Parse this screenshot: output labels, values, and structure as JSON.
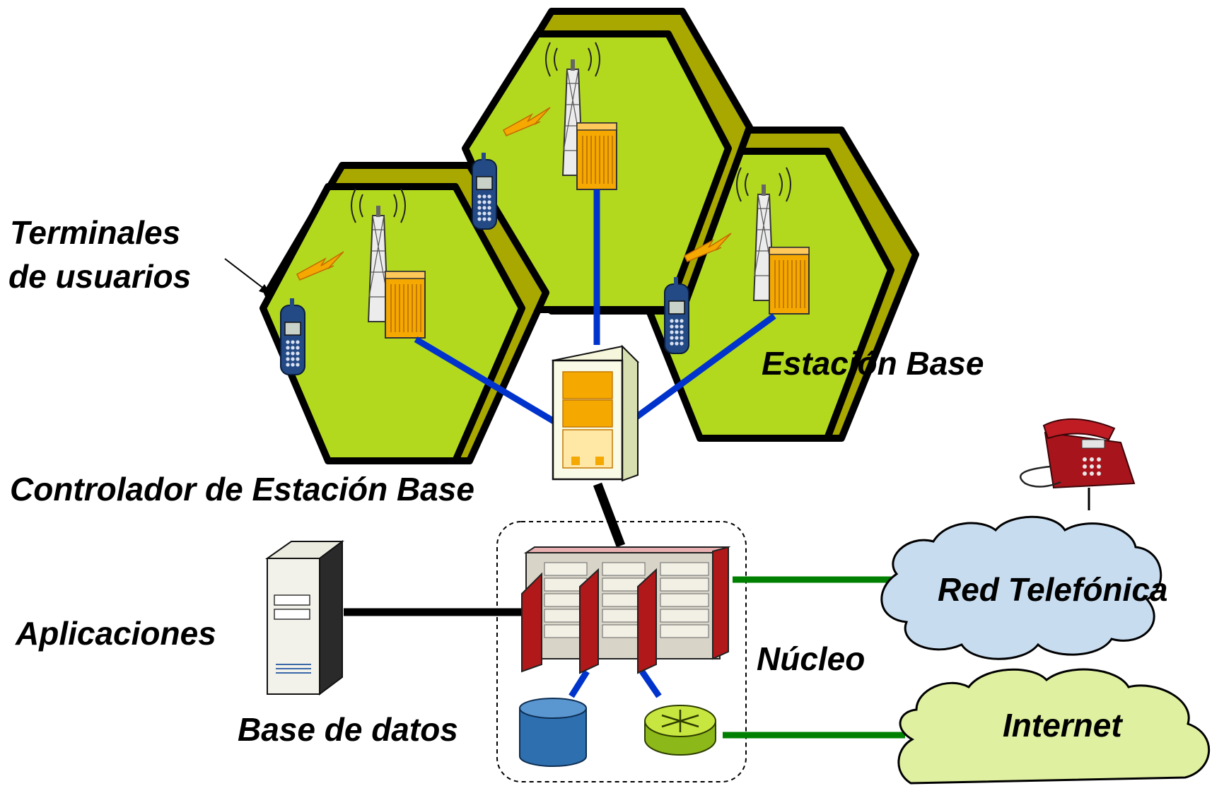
{
  "labels": {
    "terminals_line1": "Terminales",
    "terminals_line2": "de usuarios",
    "base_station": "Estación Base",
    "bsc": "Controlador de Estación Base",
    "applications": "Aplicaciones",
    "database": "Base de datos",
    "core": "Núcleo",
    "telephone_network": "Red Telefónica",
    "internet": "Internet"
  },
  "colors": {
    "cell_fill": "#b3d91f",
    "cell_shade": "#a8a800",
    "radio_link": "#0033cc",
    "core_link": "#000000",
    "external_link": "#008000",
    "cloud_phone": "#c8dcf0",
    "cloud_internet": "#dff0a0",
    "bts_cabinet": "#f5a800",
    "switch_door": "#b0181a"
  },
  "icons": [
    "cell-tower-icon",
    "mobile-phone-icon",
    "lightning-icon",
    "bsc-cabinet-icon",
    "core-switch-icon",
    "database-cylinder-icon",
    "router-icon",
    "server-icon",
    "desk-phone-icon",
    "cloud-icon"
  ]
}
